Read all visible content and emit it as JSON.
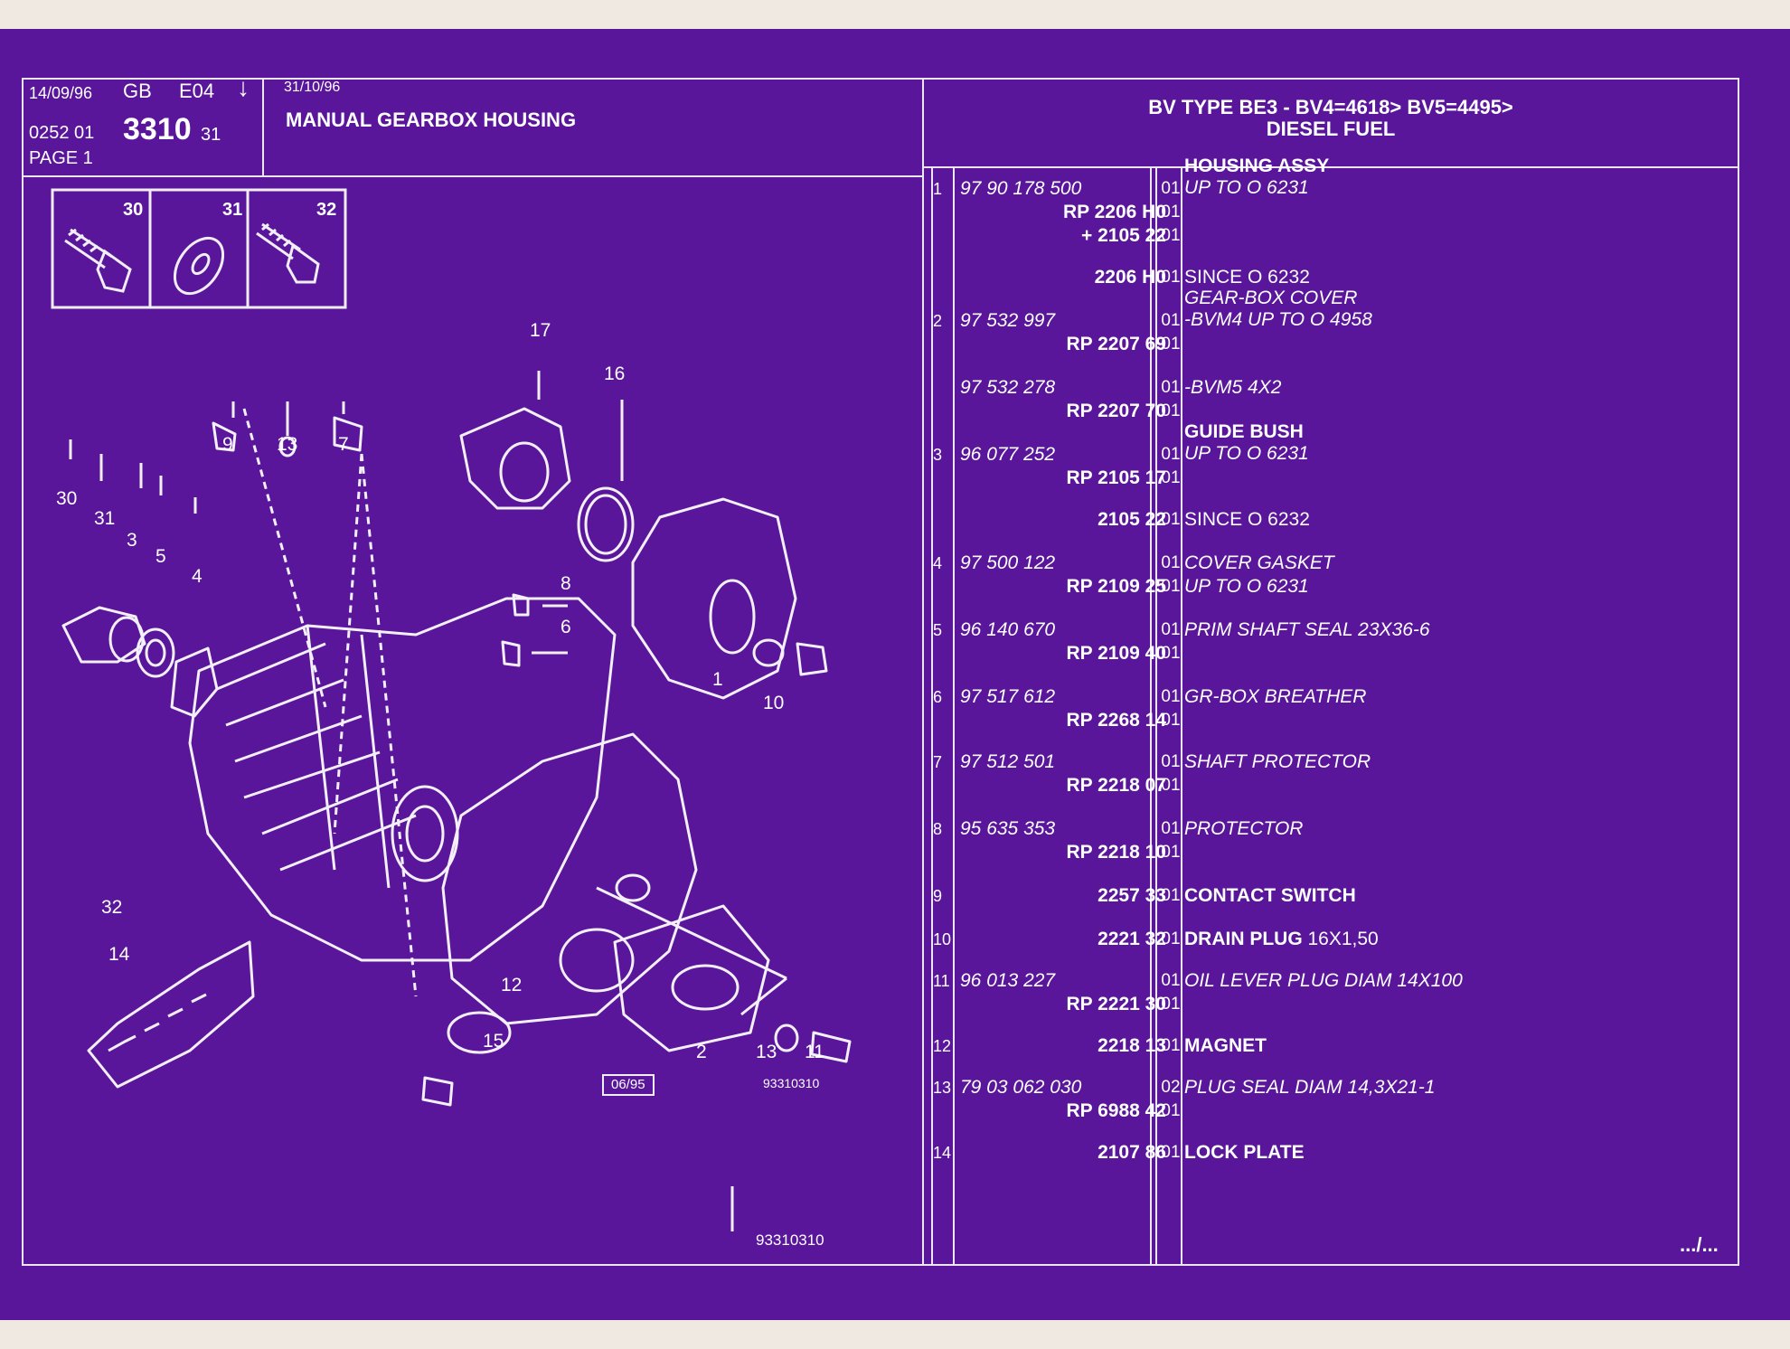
{
  "header": {
    "date1": "14/09/96",
    "lang": "GB",
    "edition": "E04",
    "arrow": "↓",
    "ref_prefix": "0252 01",
    "ref_main": "3310",
    "ref_suffix": "31",
    "page": "PAGE 1",
    "date2": "31/10/96",
    "title": "MANUAL GEARBOX HOUSING",
    "type_line1": "BV TYPE BE3 - BV4=4618> BV5=4495>",
    "type_line2": "DIESEL FUEL"
  },
  "diagram": {
    "inset_labels": [
      "30",
      "31",
      "32"
    ],
    "callouts": [
      "17",
      "16",
      "9",
      "13",
      "7",
      "30",
      "31",
      "3",
      "5",
      "4",
      "8",
      "6",
      "1",
      "10",
      "32",
      "14",
      "12",
      "15",
      "2",
      "13",
      "11"
    ],
    "stamp": "06/95",
    "code_small": "93310310",
    "code_bottom": "93310310"
  },
  "parts": [
    {
      "item": "1",
      "pn": "97 90 178 500",
      "pn_style": "normal",
      "qty": "01",
      "desc": "HOUSING ASSY",
      "desc_style": "bold",
      "sub": "UP TO O 6231"
    },
    {
      "item": "",
      "pn": "RP 2206 H0",
      "pn_style": "rp",
      "qty": "01",
      "desc": "",
      "desc_style": "italic",
      "sub": ""
    },
    {
      "item": "",
      "pn": "+ 2105 22",
      "pn_style": "rp",
      "qty": "01",
      "desc": "",
      "desc_style": "italic",
      "sub": ""
    },
    {
      "item": "",
      "pn": "2206 H0",
      "pn_style": "rp",
      "qty": "01",
      "desc": "SINCE O 6232",
      "desc_style": "plain",
      "sub": ""
    },
    {
      "item": "2",
      "pn": "97 532 997",
      "pn_style": "normal",
      "qty": "01",
      "desc": "GEAR-BOX COVER",
      "desc_style": "italic",
      "sub": "-BVM4 UP TO O 4958"
    },
    {
      "item": "",
      "pn": "RP 2207 69",
      "pn_style": "rp",
      "qty": "01",
      "desc": "",
      "desc_style": "italic",
      "sub": ""
    },
    {
      "item": "",
      "pn": "97 532 278",
      "pn_style": "normal",
      "qty": "01",
      "desc": "-BVM5 4X2",
      "desc_style": "italic",
      "sub": ""
    },
    {
      "item": "",
      "pn": "RP 2207 70",
      "pn_style": "rp",
      "qty": "01",
      "desc": "",
      "desc_style": "italic",
      "sub": ""
    },
    {
      "item": "3",
      "pn": "96 077 252",
      "pn_style": "normal",
      "qty": "01",
      "desc": "GUIDE BUSH",
      "desc_style": "bold",
      "sub": "UP TO O 6231"
    },
    {
      "item": "",
      "pn": "RP 2105 17",
      "pn_style": "rp",
      "qty": "01",
      "desc": "",
      "desc_style": "italic",
      "sub": ""
    },
    {
      "item": "",
      "pn": "2105 22",
      "pn_style": "rp",
      "qty": "01",
      "desc": "SINCE O 6232",
      "desc_style": "plain",
      "sub": ""
    },
    {
      "item": "4",
      "pn": "97 500 122",
      "pn_style": "normal",
      "qty": "01",
      "desc": "COVER GASKET",
      "desc_style": "italic",
      "sub": ""
    },
    {
      "item": "",
      "pn": "RP 2109 25",
      "pn_style": "rp",
      "qty": "01",
      "desc": "UP TO O 6231",
      "desc_style": "italic",
      "sub": ""
    },
    {
      "item": "5",
      "pn": "96 140 670",
      "pn_style": "normal",
      "qty": "01",
      "desc": "PRIM SHAFT SEAL 23X36-6",
      "desc_style": "italic",
      "sub": ""
    },
    {
      "item": "",
      "pn": "RP 2109 40",
      "pn_style": "rp",
      "qty": "01",
      "desc": "",
      "desc_style": "italic",
      "sub": ""
    },
    {
      "item": "6",
      "pn": "97 517 612",
      "pn_style": "normal",
      "qty": "01",
      "desc": "GR-BOX BREATHER",
      "desc_style": "italic",
      "sub": ""
    },
    {
      "item": "",
      "pn": "RP 2268 14",
      "pn_style": "rp",
      "qty": "01",
      "desc": "",
      "desc_style": "italic",
      "sub": ""
    },
    {
      "item": "7",
      "pn": "97 512 501",
      "pn_style": "normal",
      "qty": "01",
      "desc": "SHAFT PROTECTOR",
      "desc_style": "italic",
      "sub": ""
    },
    {
      "item": "",
      "pn": "RP 2218 07",
      "pn_style": "rp",
      "qty": "01",
      "desc": "",
      "desc_style": "italic",
      "sub": ""
    },
    {
      "item": "8",
      "pn": "95 635 353",
      "pn_style": "normal",
      "qty": "01",
      "desc": "PROTECTOR",
      "desc_style": "italic",
      "sub": ""
    },
    {
      "item": "",
      "pn": "RP 2218 10",
      "pn_style": "rp",
      "qty": "01",
      "desc": "",
      "desc_style": "italic",
      "sub": ""
    },
    {
      "item": "9",
      "pn": "2257 33",
      "pn_style": "rp",
      "qty": "01",
      "desc": "CONTACT SWITCH",
      "desc_style": "bold",
      "sub": ""
    },
    {
      "item": "10",
      "pn": "2221 32",
      "pn_style": "rp",
      "qty": "01",
      "desc": "DRAIN PLUG",
      "desc_style": "bold",
      "sub": "16X1,50"
    },
    {
      "item": "11",
      "pn": "96 013 227",
      "pn_style": "normal",
      "qty": "01",
      "desc": "OIL LEVER PLUG DIAM 14X100",
      "desc_style": "italic",
      "sub": ""
    },
    {
      "item": "",
      "pn": "RP 2221 30",
      "pn_style": "rp",
      "qty": "01",
      "desc": "",
      "desc_style": "italic",
      "sub": ""
    },
    {
      "item": "12",
      "pn": "2218 13",
      "pn_style": "rp",
      "qty": "01",
      "desc": "MAGNET",
      "desc_style": "bold",
      "sub": ""
    },
    {
      "item": "13",
      "pn": "79 03 062 030",
      "pn_style": "normal",
      "qty": "02",
      "desc": "PLUG SEAL DIAM 14,3X21-1",
      "desc_style": "italic",
      "sub": ""
    },
    {
      "item": "",
      "pn": "RP 6988 42",
      "pn_style": "rp",
      "qty": "01",
      "desc": "",
      "desc_style": "italic",
      "sub": ""
    },
    {
      "item": "14",
      "pn": "2107 86",
      "pn_style": "rp",
      "qty": "01",
      "desc": "LOCK PLATE",
      "desc_style": "bold",
      "sub": ""
    }
  ],
  "continuation": ".../..."
}
